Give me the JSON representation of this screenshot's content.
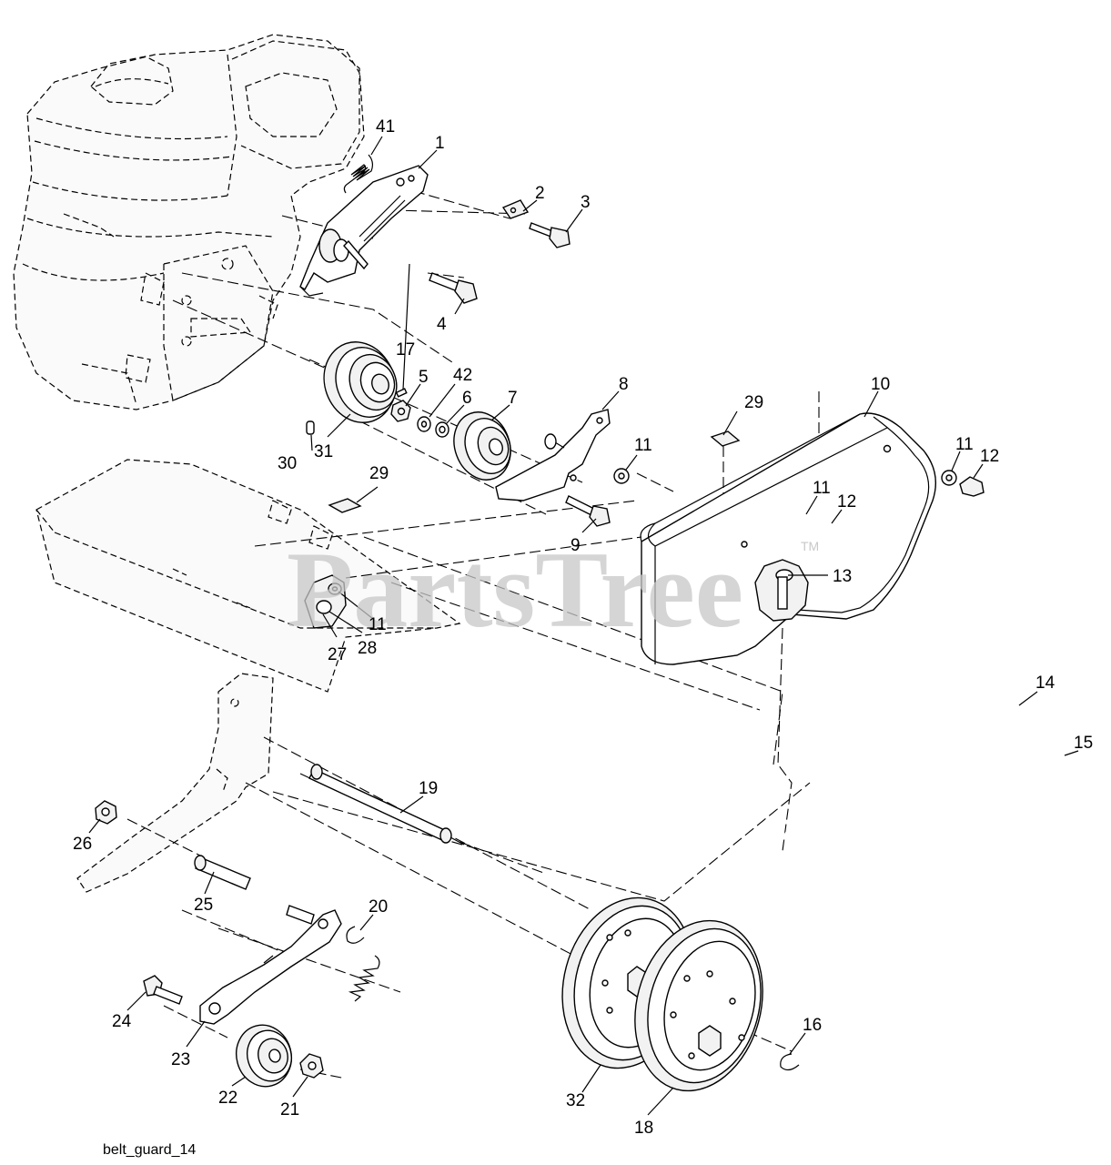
{
  "diagram": {
    "caption": "belt_guard_14",
    "watermark": "PartsTree",
    "watermark_mark": "TM",
    "callouts": [
      "1",
      "2",
      "3",
      "4",
      "5",
      "6",
      "7",
      "8",
      "9",
      "10",
      "11",
      "12",
      "13",
      "14",
      "15",
      "16",
      "17",
      "18",
      "19",
      "20",
      "21",
      "22",
      "23",
      "24",
      "25",
      "26",
      "27",
      "28",
      "29",
      "30",
      "31",
      "32",
      "41",
      "42"
    ]
  }
}
